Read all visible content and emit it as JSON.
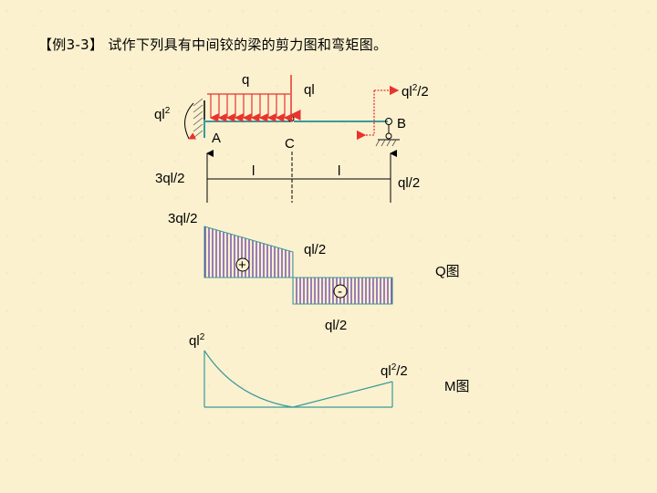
{
  "title": "【例3-3】 试作下列具有中间铰的梁的剪力图和弯矩图。",
  "labels": {
    "load_q": "q",
    "load_ql": "ql",
    "moment_left_base": "ql",
    "moment_left_sup": "2",
    "moment_right_base": "ql",
    "moment_right_sup": "2",
    "moment_right_tail": "/2",
    "point_A": "A",
    "point_B": "B",
    "point_C": "C",
    "reaction_A": "3ql/2",
    "reaction_B": "ql/2",
    "span_1": "l",
    "span_2": "l"
  },
  "shear": {
    "top_label": "3ql/2",
    "mid_label": "ql/2",
    "bottom_label": "ql/2",
    "plus_sign": "+",
    "minus_sign": "-",
    "name": "Q图"
  },
  "moment": {
    "top_base": "ql",
    "top_sup": "2",
    "right_base": "ql",
    "right_sup": "2",
    "right_tail": "/2",
    "name": "M图"
  },
  "colors": {
    "background": "#fbf1cf",
    "load_red": "#e8332f",
    "beam_teal": "#3a9a9a",
    "hatch_purple": "#5a2fa8"
  }
}
